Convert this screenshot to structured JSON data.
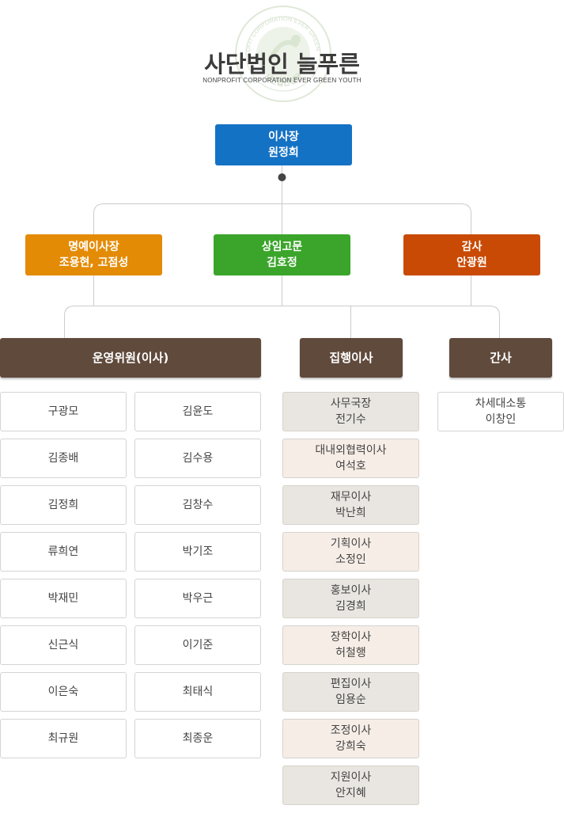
{
  "org": {
    "name": "사단법인 늘푸른",
    "name_en": "NONPROFIT CORPORATION EVER GREEN YOUTH",
    "seal_text_top": "NONPROFIT CORPORATION EVER GREEN YOUTH",
    "seal_text_bottom": "사단법인청용"
  },
  "colors": {
    "chairman": "#1472c4",
    "honorary": "#e48b06",
    "advisor": "#3aa52a",
    "auditor": "#c94a04",
    "category": "#604a3c",
    "exec_gray": "#e9e6e1",
    "exec_beige": "#f6ede6",
    "connector": "#cccccc"
  },
  "chairman": {
    "title": "이사장",
    "name": "원정희"
  },
  "second_tier": [
    {
      "title": "명예이사장",
      "name": "조용현, 고점성"
    },
    {
      "title": "상임고문",
      "name": "김호정"
    },
    {
      "title": "감사",
      "name": "안광원"
    }
  ],
  "categories": {
    "committee": "운영위원(이사)",
    "executive": "집행이사",
    "secretary": "간사"
  },
  "committee_members": {
    "left": [
      "구광모",
      "김종배",
      "김정희",
      "류희연",
      "박재민",
      "신근식",
      "이은숙",
      "최규원"
    ],
    "right": [
      "김윤도",
      "김수용",
      "김창수",
      "박기조",
      "박우근",
      "이기준",
      "최태식",
      "최종운"
    ]
  },
  "executives": [
    {
      "title": "사무국장",
      "name": "전기수"
    },
    {
      "title": "대내외협력이사",
      "name": "여석호"
    },
    {
      "title": "재무이사",
      "name": "박난희"
    },
    {
      "title": "기획이사",
      "name": "소정인"
    },
    {
      "title": "홍보이사",
      "name": "김경희"
    },
    {
      "title": "장학이사",
      "name": "허철행"
    },
    {
      "title": "편집이사",
      "name": "임용순"
    },
    {
      "title": "조정이사",
      "name": "강희숙"
    },
    {
      "title": "지원이사",
      "name": "안지혜"
    }
  ],
  "secretary": {
    "title": "차세대소통",
    "name": "이창인"
  }
}
